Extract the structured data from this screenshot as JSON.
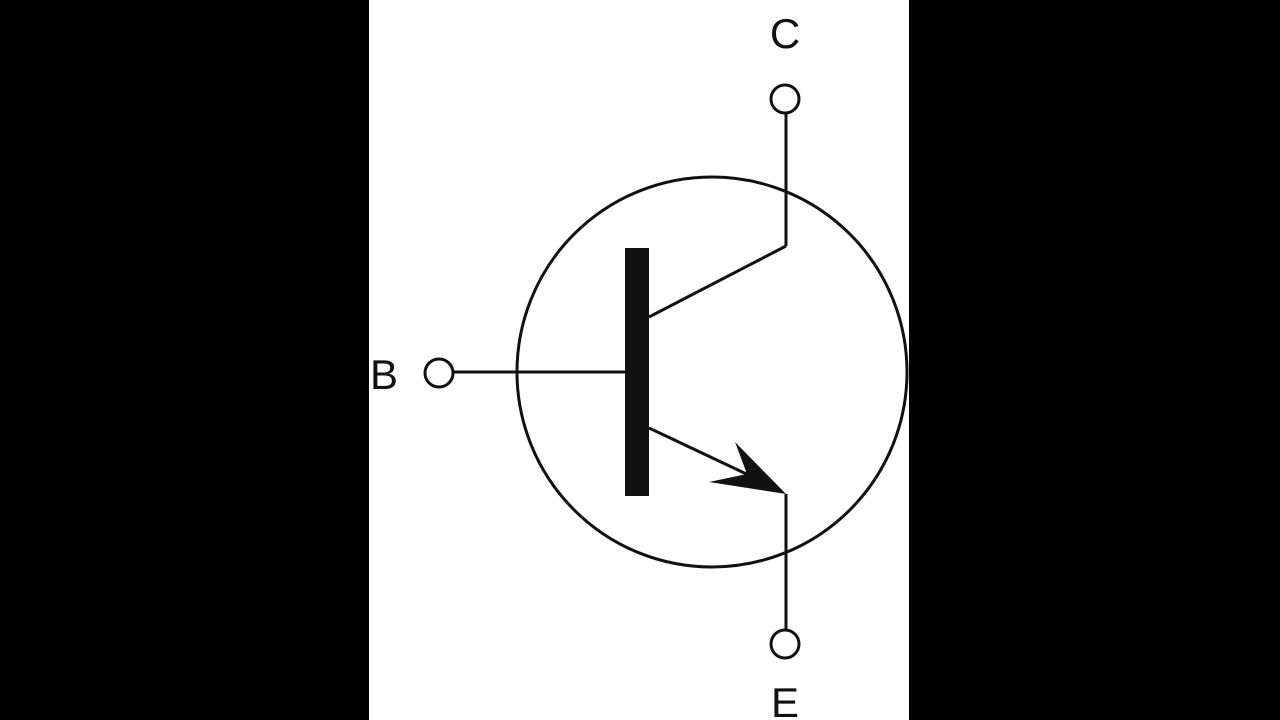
{
  "diagram": {
    "terminals": {
      "collector": "C",
      "base": "B",
      "emitter": "E"
    },
    "colors": {
      "background": "#000000",
      "panel": "#ffffff",
      "stroke": "#111111"
    }
  }
}
